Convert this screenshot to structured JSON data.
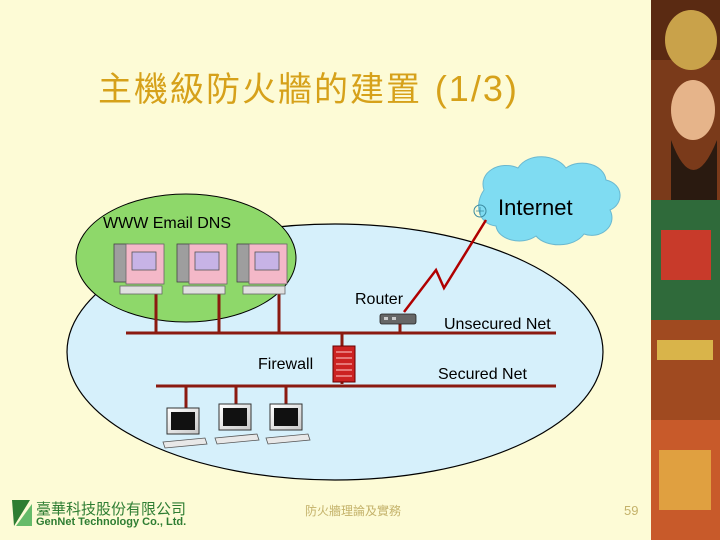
{
  "slide": {
    "title_zh": "主機級防火牆的建置",
    "title_suffix": "(1/3)",
    "page_number": "59",
    "footer_center": "防火牆理論及實務",
    "company_zh": "臺華科技股份有限公司",
    "company_en": "GenNet Technology Co., Ltd."
  },
  "diagram": {
    "internet_label": "Internet",
    "servers_label": "WWW   Email   DNS",
    "router_label": "Router",
    "unsecured_label": "Unsecured Net",
    "firewall_label": "Firewall",
    "secured_label": "Secured Net"
  },
  "colors": {
    "background": "#fdfbd6",
    "title": "#d6a11a",
    "network_ellipse": "#d6f0fb",
    "server_zone": "#8ed86a",
    "cloud": "#7fdcf2",
    "bus_line": "#8b1a10",
    "link_line": "#b00000",
    "logo_green": "#2e7d32"
  },
  "icons": [
    "server-icon",
    "router-icon",
    "firewall-icon",
    "workstation-icon",
    "cloud-icon",
    "lightning-link-icon",
    "company-logo-icon"
  ]
}
